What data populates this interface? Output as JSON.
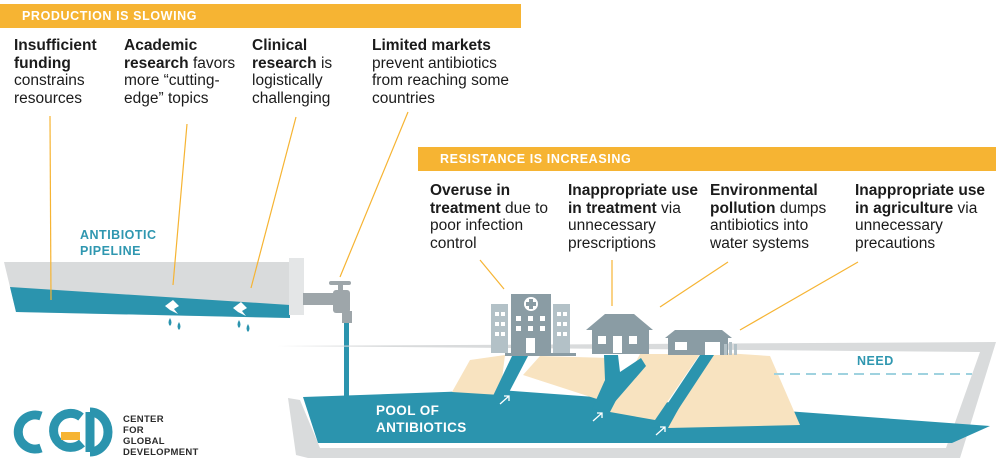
{
  "banners": {
    "production": "PRODUCTION IS SLOWING",
    "resistance": "RESISTANCE IS INCREASING"
  },
  "production_causes": [
    {
      "bold": "Insufficient funding",
      "rest": " constrains resources"
    },
    {
      "bold": "Academic research",
      "rest": " favors more “cutting-edge” topics"
    },
    {
      "bold": "Clinical research",
      "rest": " is logistically challenging"
    },
    {
      "bold": "Limited markets",
      "rest": " prevent antibiotics from reaching some countries"
    }
  ],
  "resistance_causes": [
    {
      "bold": "Overuse in treatment",
      "rest": " due to poor infection control"
    },
    {
      "bold": "Inappropriate use in treatment",
      "rest": " via unnecessary prescriptions"
    },
    {
      "bold": "Environmental pollution",
      "rest": " dumps antibiotics into water systems"
    },
    {
      "bold": "Inappropriate use in agriculture",
      "rest": " via unnecessary precautions"
    }
  ],
  "labels": {
    "pipeline": "ANTIBIOTIC PIPELINE",
    "pool": "POOL OF ANTIBIOTICS",
    "need": "NEED"
  },
  "logo": {
    "letters": "CGD",
    "org_lines": [
      "CENTER",
      "FOR",
      "GLOBAL",
      "DEVELOPMENT"
    ]
  },
  "colors": {
    "banner": "#f6b433",
    "water": "#2b94ae",
    "sand": "#f8e3c0",
    "gray": "#d9dbdc",
    "building": "#8a9ca4"
  }
}
